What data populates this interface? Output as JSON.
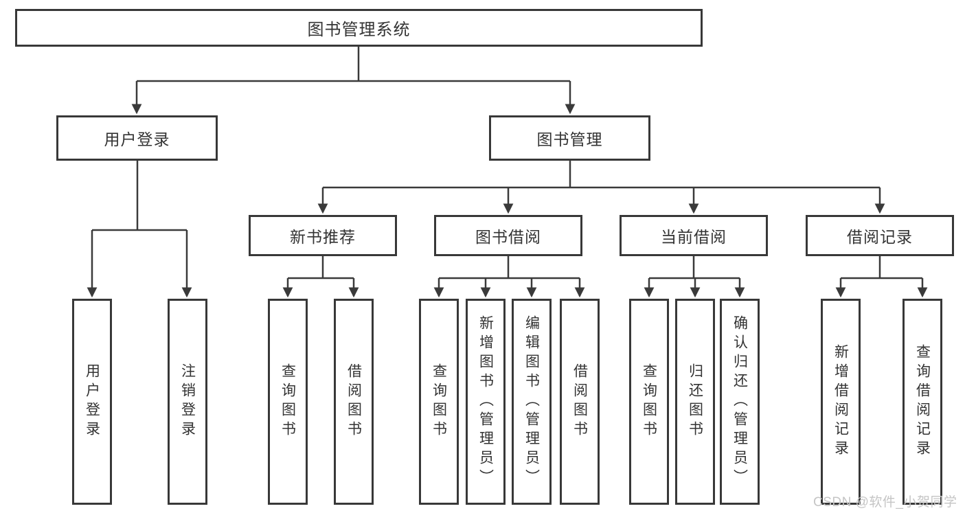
{
  "tree": {
    "label": "图书管理系统",
    "children": [
      {
        "label": "用户登录",
        "children": [
          {
            "label": "用户登录"
          },
          {
            "label": "注销登录"
          }
        ]
      },
      {
        "label": "图书管理",
        "children": [
          {
            "label": "新书推荐",
            "children": [
              {
                "label": "查询图书"
              },
              {
                "label": "借阅图书"
              }
            ]
          },
          {
            "label": "图书借阅",
            "children": [
              {
                "label": "查询图书"
              },
              {
                "label": "新增图书（管理员）"
              },
              {
                "label": "编辑图书（管理员）"
              },
              {
                "label": "借阅图书"
              }
            ]
          },
          {
            "label": "当前借阅",
            "children": [
              {
                "label": "查询图书"
              },
              {
                "label": "归还图书"
              },
              {
                "label": "确认归还（管理员）"
              }
            ]
          },
          {
            "label": "借阅记录",
            "children": [
              {
                "label": "新增借阅记录"
              },
              {
                "label": "查询借阅记录"
              }
            ]
          }
        ]
      }
    ]
  },
  "watermark": {
    "text": "CSDN @软件_小贺同学"
  },
  "colors": {
    "line": "#3a3a3a",
    "box_border": "#383838",
    "text": "#333333",
    "background": "#ffffff",
    "watermark": "#c5c5c5"
  }
}
